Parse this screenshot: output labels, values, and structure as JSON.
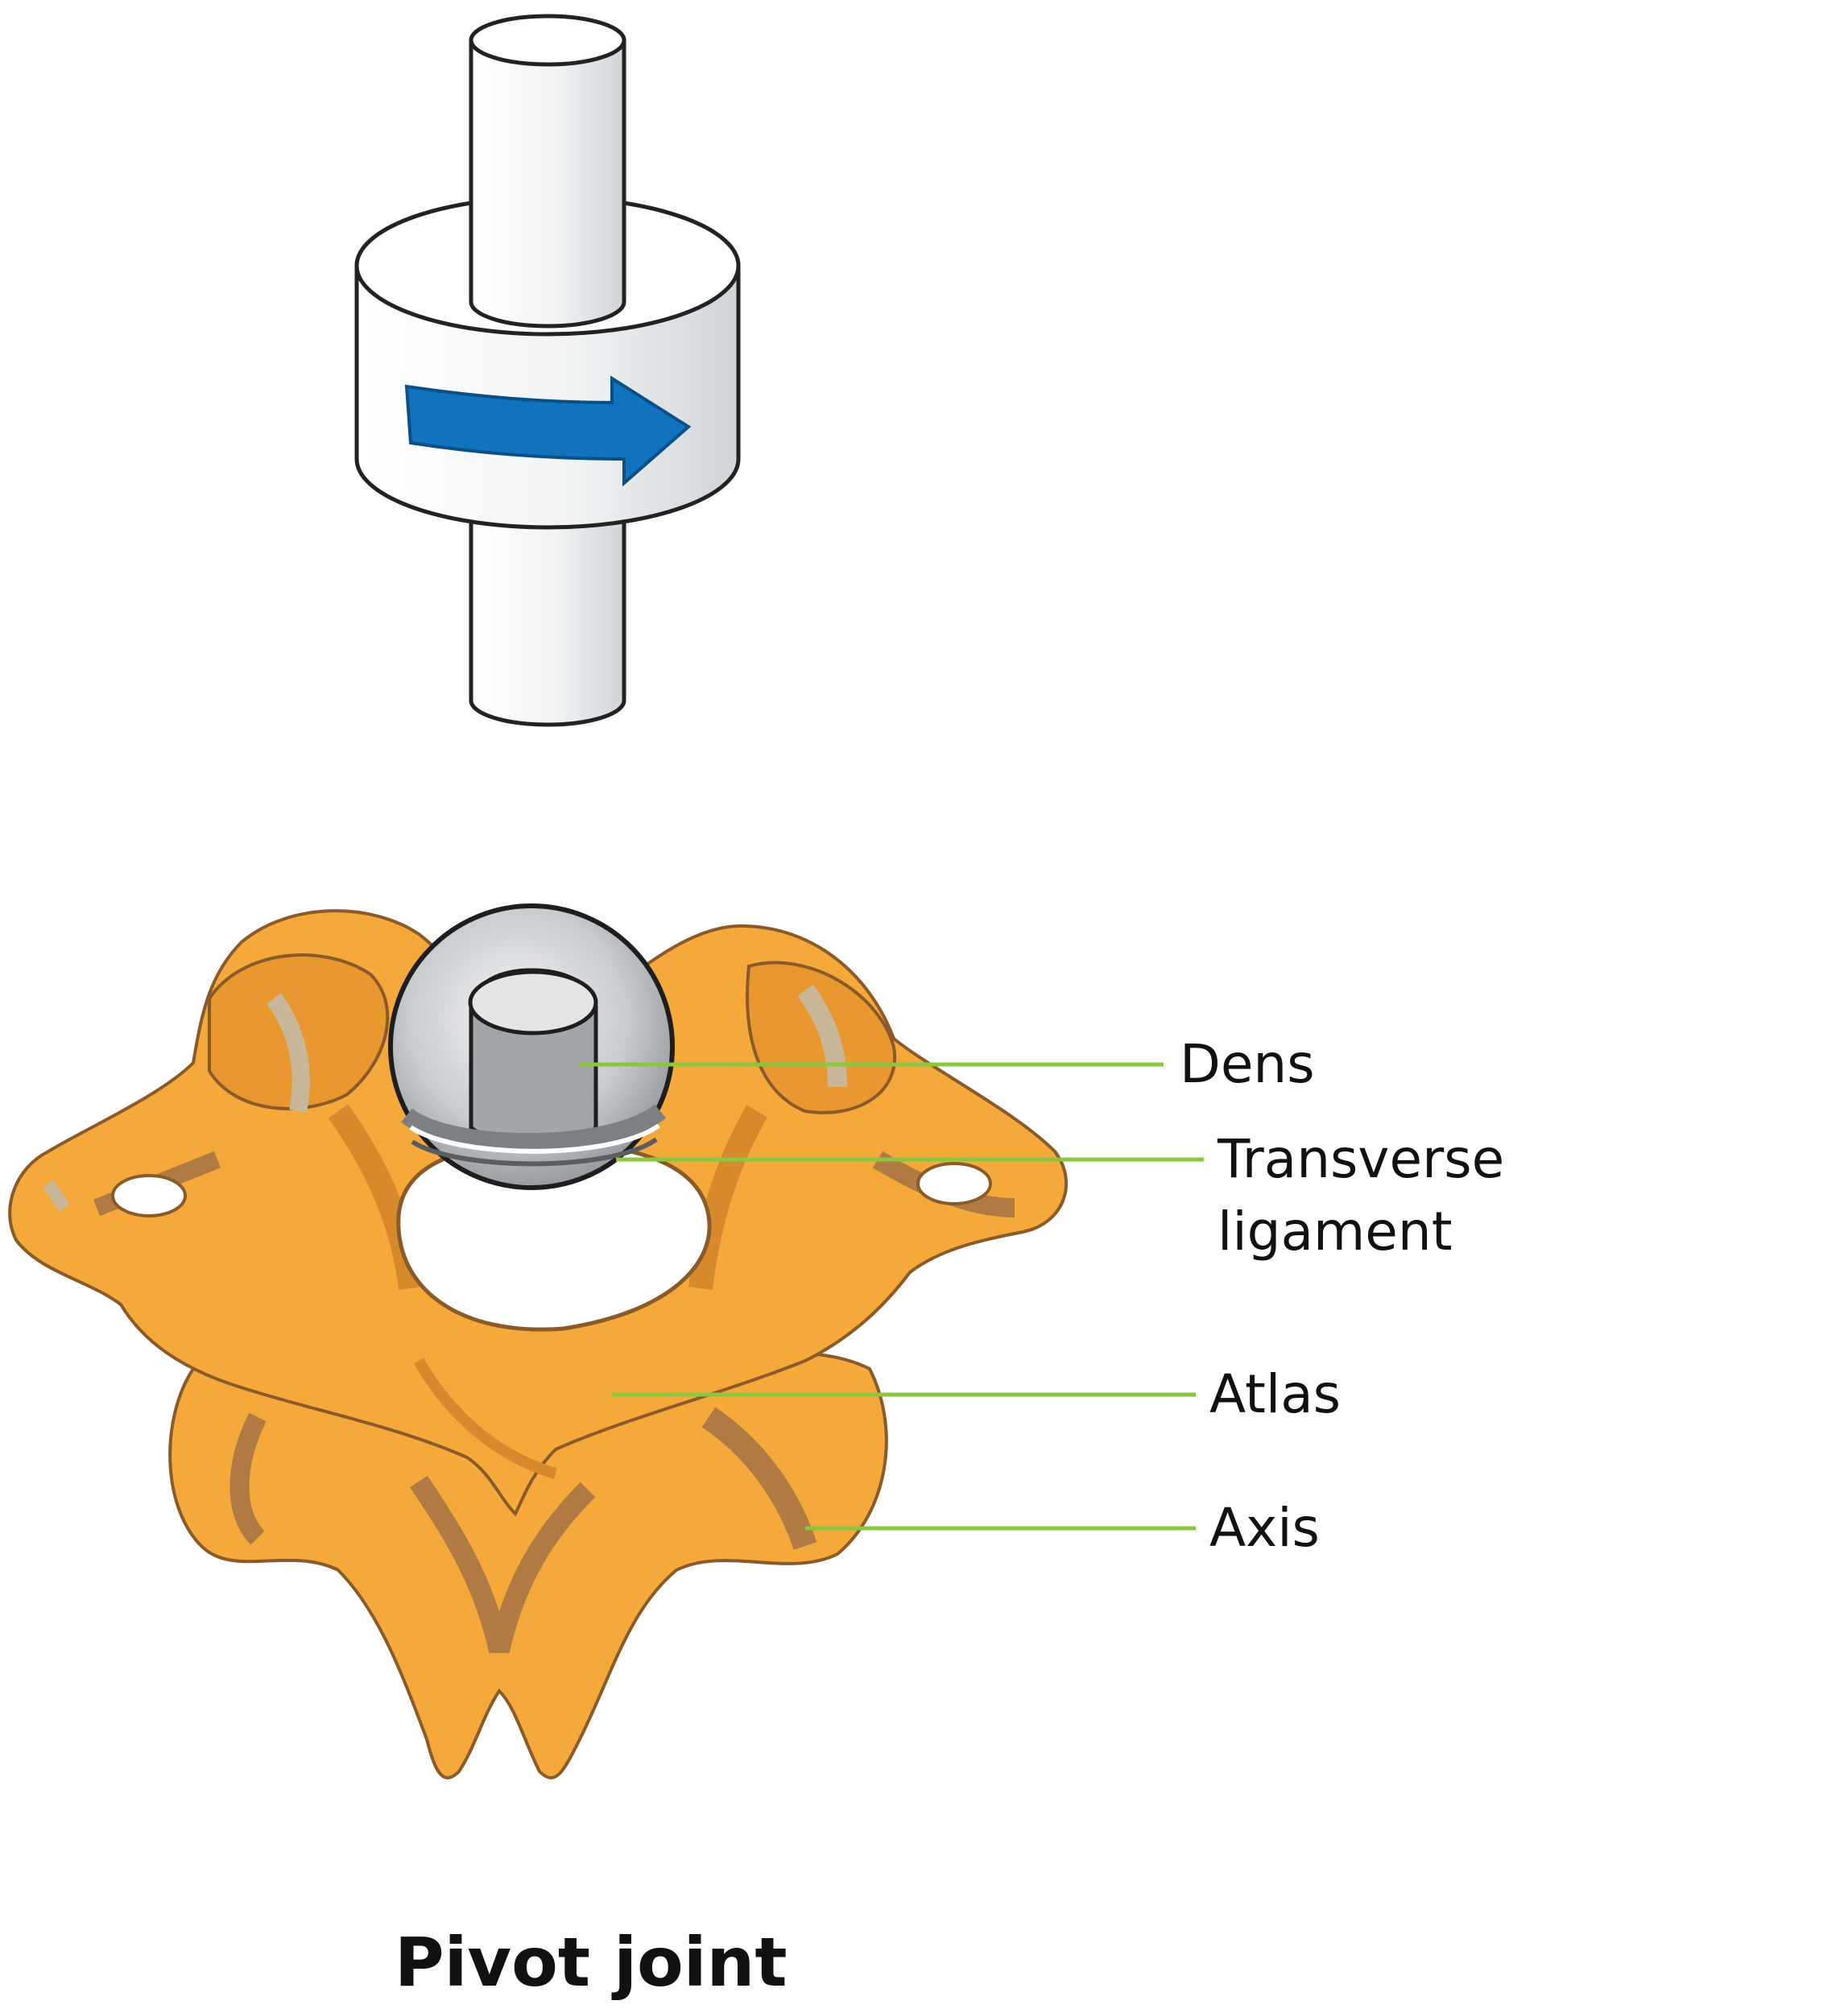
{
  "caption": "Pivot joint",
  "labels": {
    "dens": "Dens",
    "transverse_line1": "Transverse",
    "transverse_line2": "ligament",
    "atlas": "Atlas",
    "axis": "Axis"
  },
  "colors": {
    "bone": "#f6a93b",
    "bone_shadow": "#b07a42",
    "bone_highlight": "#c9b79a",
    "leader": "#8cc63f",
    "arrow": "#1172be",
    "cylinder_outline": "#222222",
    "dens": "#9a9c9f"
  }
}
